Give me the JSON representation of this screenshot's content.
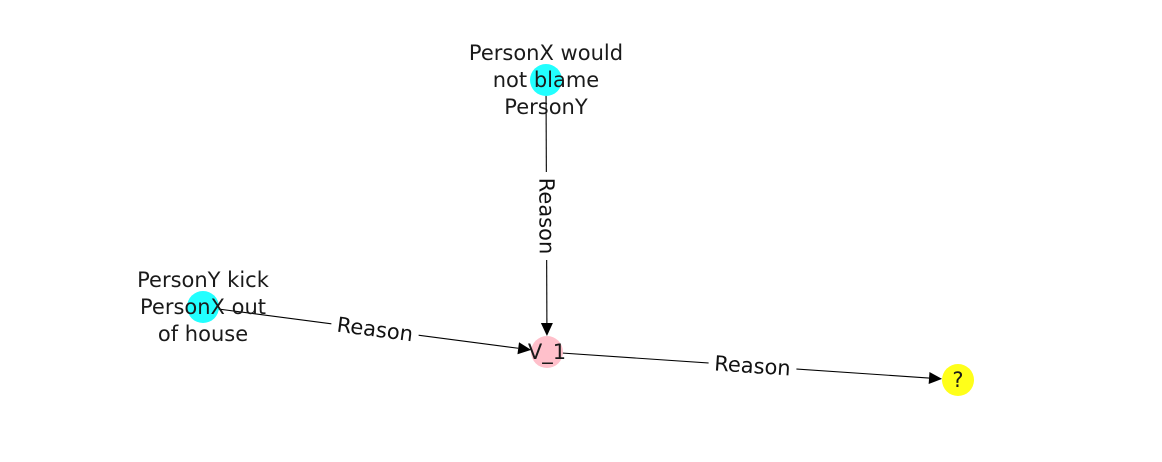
{
  "graph": {
    "nodes": [
      {
        "id": "n_blame",
        "lines": [
          "PersonX would",
          "not blame",
          "PersonY"
        ],
        "color": "#22ffff"
      },
      {
        "id": "n_kick",
        "lines": [
          "PersonY kick",
          "PersonX out",
          "of house"
        ],
        "color": "#22ffff"
      },
      {
        "id": "n_v1",
        "lines": [
          "V_1"
        ],
        "color": "#ffc0cb"
      },
      {
        "id": "n_q",
        "lines": [
          "?"
        ],
        "color": "#ffff1a"
      }
    ],
    "edges": [
      {
        "from": "n_blame",
        "to": "n_v1",
        "label": "Reason"
      },
      {
        "from": "n_kick",
        "to": "n_v1",
        "label": "Reason"
      },
      {
        "from": "n_v1",
        "to": "n_q",
        "label": "Reason"
      }
    ]
  }
}
